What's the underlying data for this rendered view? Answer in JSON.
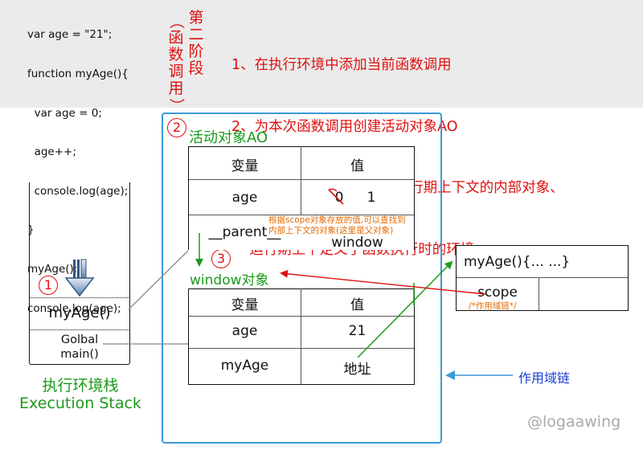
{
  "code_lines": [
    "var age = \"21\";",
    "function myAge(){",
    "  var age = 0;",
    "  age++;",
    "  console.log(age);",
    "}",
    "myAge();",
    "console.log(age);"
  ],
  "phase": {
    "col1": [
      "（",
      "函",
      "数",
      "调",
      "用",
      "）"
    ],
    "col2": [
      "第",
      "二",
      "阶",
      "段"
    ]
  },
  "steps": [
    "1、在执行环境中添加当前函数调用",
    "2、为本次函数调用创建活动对象AO",
    "3、执行函数时会创建一个运行期上下文的内部对象、",
    "    运行期上下定义了函数执行时的环境"
  ],
  "markers": {
    "m1": "1",
    "m2": "2",
    "m3": "3"
  },
  "stack": {
    "frame_top": "myAge()",
    "frame_bottom_line1": "Golbal",
    "frame_bottom_line2": "main()",
    "caption_cn": "执行环境栈",
    "caption_en": "Execution Stack"
  },
  "ao": {
    "title": "活动对象AO",
    "header_var": "变量",
    "header_val": "值",
    "row_age_var": "age",
    "row_age_old": "0",
    "row_age_new": "1",
    "row_parent_var": "__parent__",
    "row_parent_val": "window",
    "note_line1": "根据scope对象存放的值,可以查找到",
    "note_line2": "内部上下文的对象(这里是父对象)"
  },
  "window_obj": {
    "title": "window对象",
    "header_var": "变量",
    "header_val": "值",
    "row1_var": "age",
    "row1_val": "21",
    "row2_var": "myAge",
    "row2_val": "地址"
  },
  "func_obj": {
    "title": "myAge(){... ...}",
    "scope_label": "scope",
    "scope_note": "/*作用域链*/"
  },
  "scope_chain_label": "作用域链",
  "watermark": "@logaawing",
  "colors": {
    "red": "#e01010",
    "green": "#1a9a1a",
    "orange": "#e66a00",
    "blue": "#1a3fd6",
    "frame_blue": "#3a9ad9"
  }
}
